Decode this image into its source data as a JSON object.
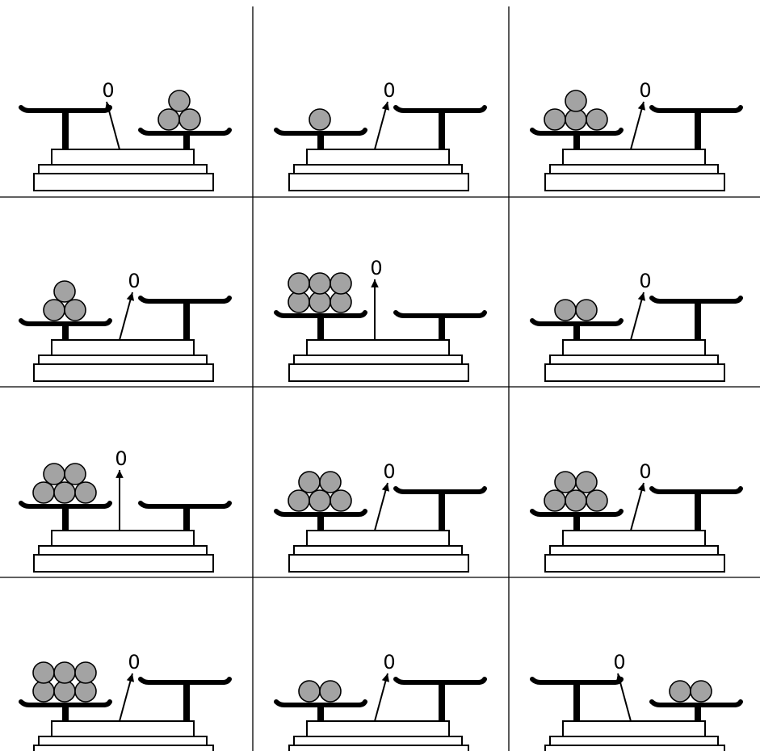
{
  "colors": {
    "ink": "#000000",
    "weight_fill": "#a3a3a3",
    "background": "#ffffff"
  },
  "dial_label": "0",
  "scales": [
    {
      "tilt": "right-down",
      "left_weights": 0,
      "right_weights": 3
    },
    {
      "tilt": "left-down",
      "left_weights": 1,
      "right_weights": 0
    },
    {
      "tilt": "left-down",
      "left_weights": 4,
      "right_weights": 0
    },
    {
      "tilt": "left-down",
      "left_weights": 3,
      "right_weights": 0
    },
    {
      "tilt": "balanced",
      "left_weights": 6,
      "right_weights": 0
    },
    {
      "tilt": "left-down",
      "left_weights": 2,
      "right_weights": 0
    },
    {
      "tilt": "balanced",
      "left_weights": 5,
      "right_weights": 0
    },
    {
      "tilt": "left-down",
      "left_weights": 5,
      "right_weights": 0
    },
    {
      "tilt": "left-down",
      "left_weights": 5,
      "right_weights": 0
    },
    {
      "tilt": "left-down",
      "left_weights": 6,
      "right_weights": 0
    },
    {
      "tilt": "left-down",
      "left_weights": 2,
      "right_weights": 0
    },
    {
      "tilt": "right-down",
      "left_weights": 0,
      "right_weights": 2
    }
  ]
}
